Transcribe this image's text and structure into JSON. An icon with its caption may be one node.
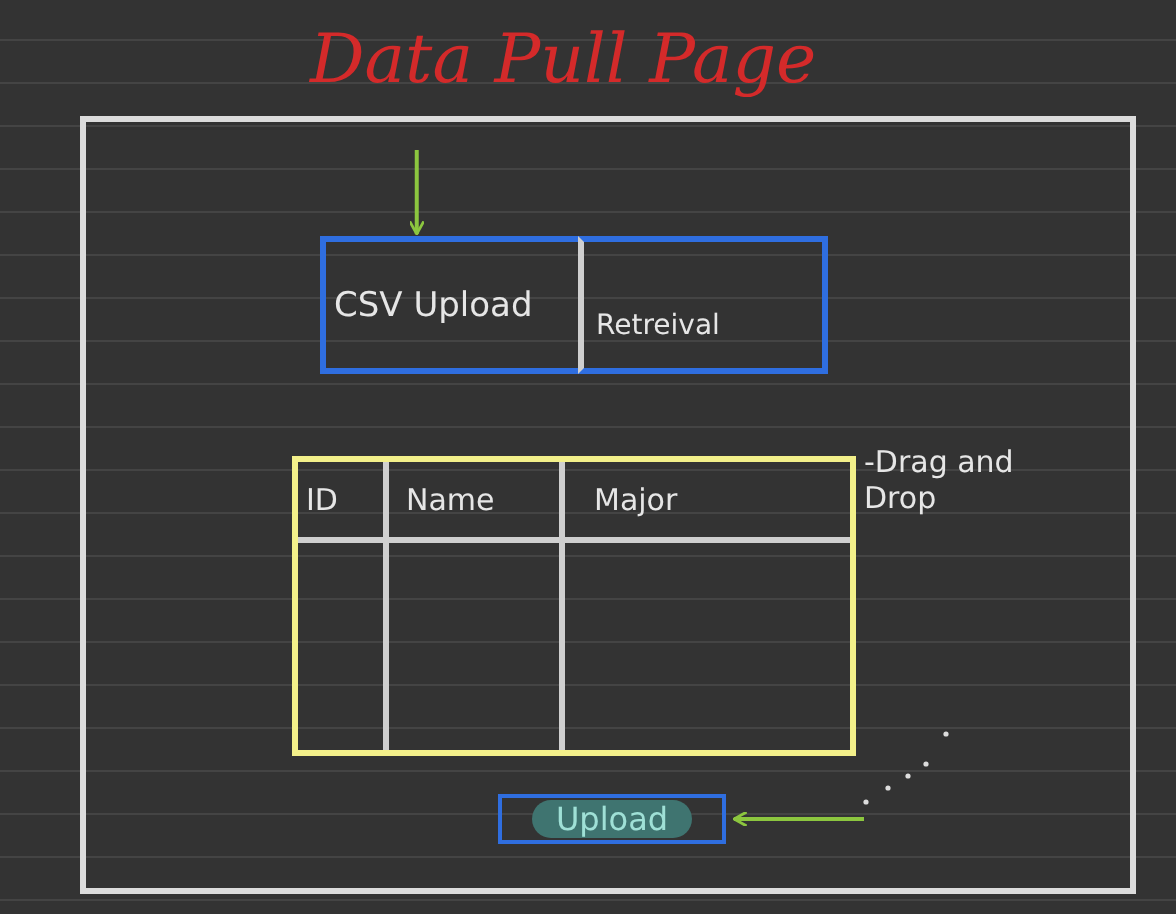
{
  "diagram": {
    "title": "Data Pull Page",
    "nodes": [
      {
        "text": [],
        "shape": "box"
      },
      {
        "text": [
          "CSV Upload"
        ],
        "in": 0
      },
      {
        "text": [
          "Retreival"
        ],
        "in": 0
      },
      {
        "text": [
          "ID",
          "Name",
          "Major"
        ],
        "in": 0
      },
      {
        "text": [
          "Upload"
        ],
        "in": 0
      }
    ],
    "edges": [
      {
        "from": null,
        "to": 1,
        "arrow": "to"
      },
      {
        "from": null,
        "to": 4,
        "arrow": "to"
      }
    ],
    "labels": [
      "-Drag and Drop"
    ]
  }
}
